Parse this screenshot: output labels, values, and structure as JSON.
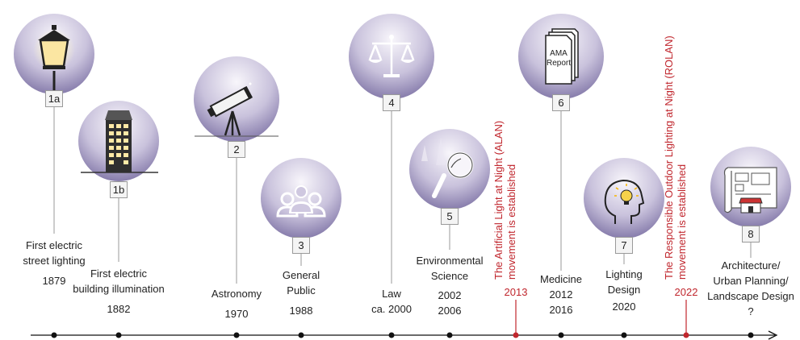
{
  "milestones": [
    {
      "id": "1a",
      "line1": "First electric",
      "line2": "street lighting",
      "year": "1879",
      "icon": "street-lamp-icon"
    },
    {
      "id": "1b",
      "line1": "First electric",
      "line2": "building illumination",
      "year": "1882",
      "icon": "lit-building-icon"
    },
    {
      "id": "2",
      "line1": "Astronomy",
      "year": "1970",
      "icon": "telescope-icon"
    },
    {
      "id": "3",
      "line1": "General",
      "line2": "Public",
      "year": "1988",
      "icon": "people-group-icon"
    },
    {
      "id": "4",
      "line1": "Law",
      "year": "ca. 2000",
      "icon": "scales-icon"
    },
    {
      "id": "5",
      "line1": "Environmental",
      "line2": "Science",
      "year": "2002",
      "year2": "2006",
      "icon": "magnifier-icon"
    },
    {
      "id": "6",
      "line1": "Medicine",
      "year": "2012",
      "year2": "2016",
      "icon": "report-icon",
      "report_line1": "AMA",
      "report_line2": "Report"
    },
    {
      "id": "7",
      "line1": "Lighting",
      "line2": "Design",
      "year": "2020",
      "icon": "head-lightbulb-icon"
    },
    {
      "id": "8",
      "line1": "Architecture/",
      "line2": "Urban Planning/",
      "line3": "Landscape Design",
      "year": "?",
      "icon": "blueprint-icon"
    }
  ],
  "events": [
    {
      "year": "2013",
      "line1": "The Artificial Light at Night (ALAN)",
      "line2": "movement is established"
    },
    {
      "year": "2022",
      "line1": "The Responsible Outdoor Lighting at Night (ROLAN)",
      "line2": "movement is established"
    }
  ],
  "colors": {
    "axis": "#111111",
    "event": "#c0262d",
    "circle_top": "#f7f5fa",
    "circle_bottom": "#6f6499",
    "connector": "#9a9a9a"
  }
}
